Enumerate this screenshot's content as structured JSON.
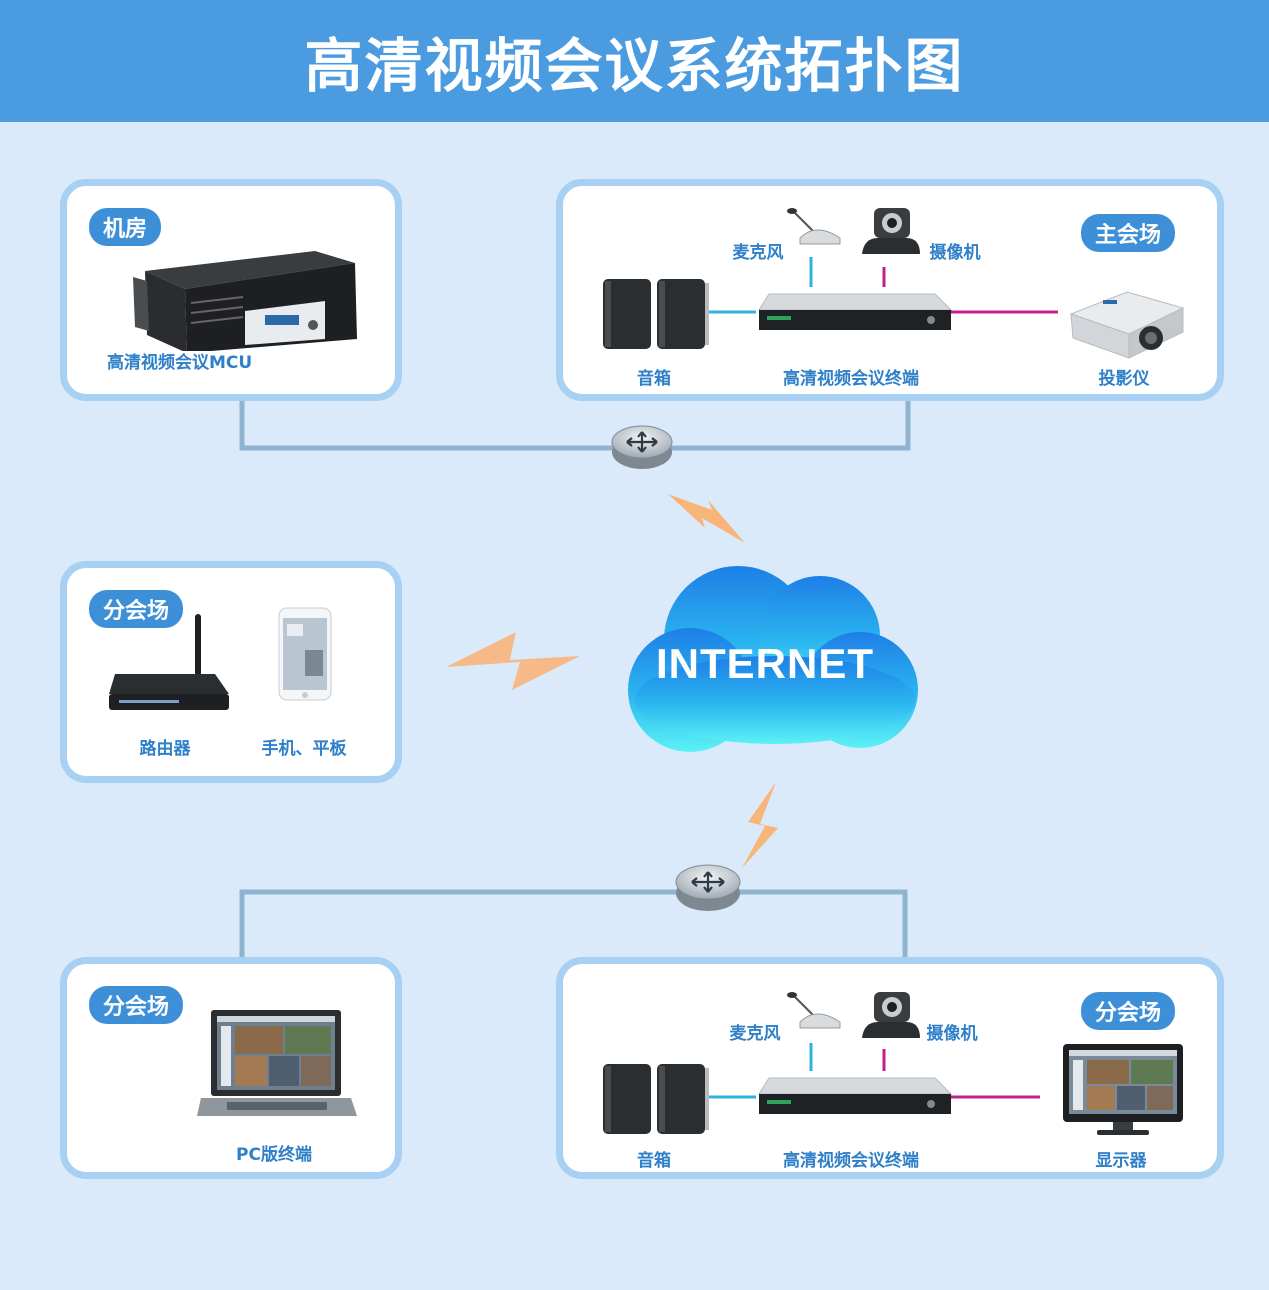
{
  "title": "高清视频会议系统拓扑图",
  "cloud": {
    "label": "INTERNET"
  },
  "panels": {
    "mcu_room": {
      "tag": "机房",
      "items": {
        "mcu": "高清视频会议MCU"
      }
    },
    "main_venue": {
      "tag": "主会场",
      "items": {
        "microphone": "麦克风",
        "camera": "摄像机",
        "speaker": "音箱",
        "terminal": "高清视频会议终端",
        "projector": "投影仪"
      }
    },
    "branch_mobile": {
      "tag": "分会场",
      "items": {
        "router": "路由器",
        "mobile": "手机、平板"
      }
    },
    "branch_pc": {
      "tag": "分会场",
      "items": {
        "pc": "PC版终端"
      }
    },
    "branch_terminal": {
      "tag": "分会场",
      "items": {
        "microphone": "麦克风",
        "camera": "摄像机",
        "speaker": "音箱",
        "terminal": "高清视频会议终端",
        "display": "显示器"
      }
    }
  },
  "colors": {
    "header": "#4a9be0",
    "background": "#daeafb",
    "panel_border": "#a7d0f3",
    "label": "#2f80c9",
    "network_line": "#8fb4d0",
    "audio_line": "#2fb2de",
    "video_line": "#c0208e",
    "wireless": "#f7b57a"
  }
}
